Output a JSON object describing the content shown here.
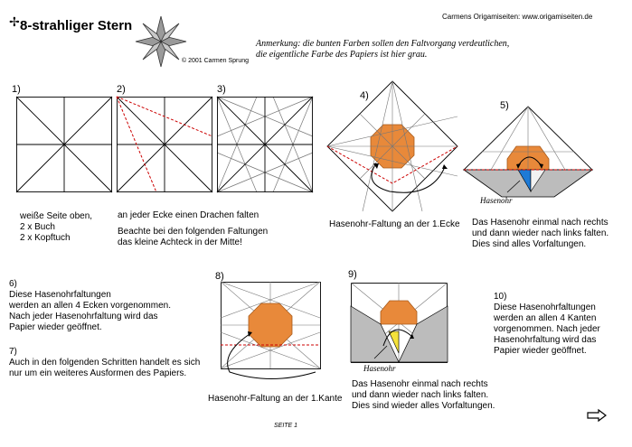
{
  "header": {
    "title": "8-strahliger Stern",
    "site": "Carmens Origamiseiten:  www.origamiseiten.de",
    "copyright": "© 2001 Carmen Sprung",
    "remark_line1": "Anmerkung: die bunten Farben sollen den Faltvorgang verdeutlichen,",
    "remark_line2": "die eigentliche Farbe des Papiers ist hier grau."
  },
  "steps": {
    "s1": {
      "num": "1)",
      "l1": "weiße Seite oben,",
      "l2": "2 x Buch",
      "l3": "2 x Kopftuch"
    },
    "s2": {
      "num": "2)",
      "l1": "an jeder Ecke einen Drachen falten",
      "l2": "Beachte bei den folgenden Faltungen",
      "l3": "das kleine Achteck in der Mitte!"
    },
    "s3": {
      "num": "3)"
    },
    "s4": {
      "num": "4)",
      "caption": "Hasenohr-Faltung an der 1.Ecke"
    },
    "s5": {
      "num": "5)",
      "label": "Hasenohr",
      "l1": "Das Hasenohr einmal nach rechts",
      "l2": "und dann wieder nach links falten.",
      "l3": "Dies sind alles Vorfaltungen."
    },
    "s6": {
      "num": "6)",
      "l1": "Diese  Hasenohrfaltungen",
      "l2": "werden an allen 4 Ecken vorgenommen.",
      "l3": "Nach jeder Hasenohrfaltung wird das",
      "l4": "Papier wieder geöffnet."
    },
    "s7": {
      "num": "7)",
      "l1": "Auch in den folgenden Schritten handelt es sich",
      "l2": "nur um ein weiteres Ausformen des Papiers."
    },
    "s8": {
      "num": "8)",
      "caption": "Hasenohr-Faltung an der 1.Kante"
    },
    "s9": {
      "num": "9)",
      "label": "Hasenohr",
      "l1": "Das Hasenohr einmal nach rechts",
      "l2": "und dann wieder nach links falten.",
      "l3": "Dies sind wieder alles Vorfaltungen."
    },
    "s10": {
      "num": "10)",
      "l1": "Diese  Hasenohrfaltungen",
      "l2": "werden an allen 4 Kanten",
      "l3": "vorgenommen. Nach jeder",
      "l4": "Hasenohrfaltung wird das",
      "l5": "Papier wieder geöffnet."
    }
  },
  "footer": {
    "page": "SEITE 1"
  },
  "colors": {
    "orange": "#e8893a",
    "grey": "#bcbcbc",
    "blue": "#1e7ad6",
    "yellow": "#f5e23a",
    "fold": "#cc0000"
  },
  "icons": {
    "next": "next-page-arrow-icon",
    "star": "star-logo-icon"
  }
}
